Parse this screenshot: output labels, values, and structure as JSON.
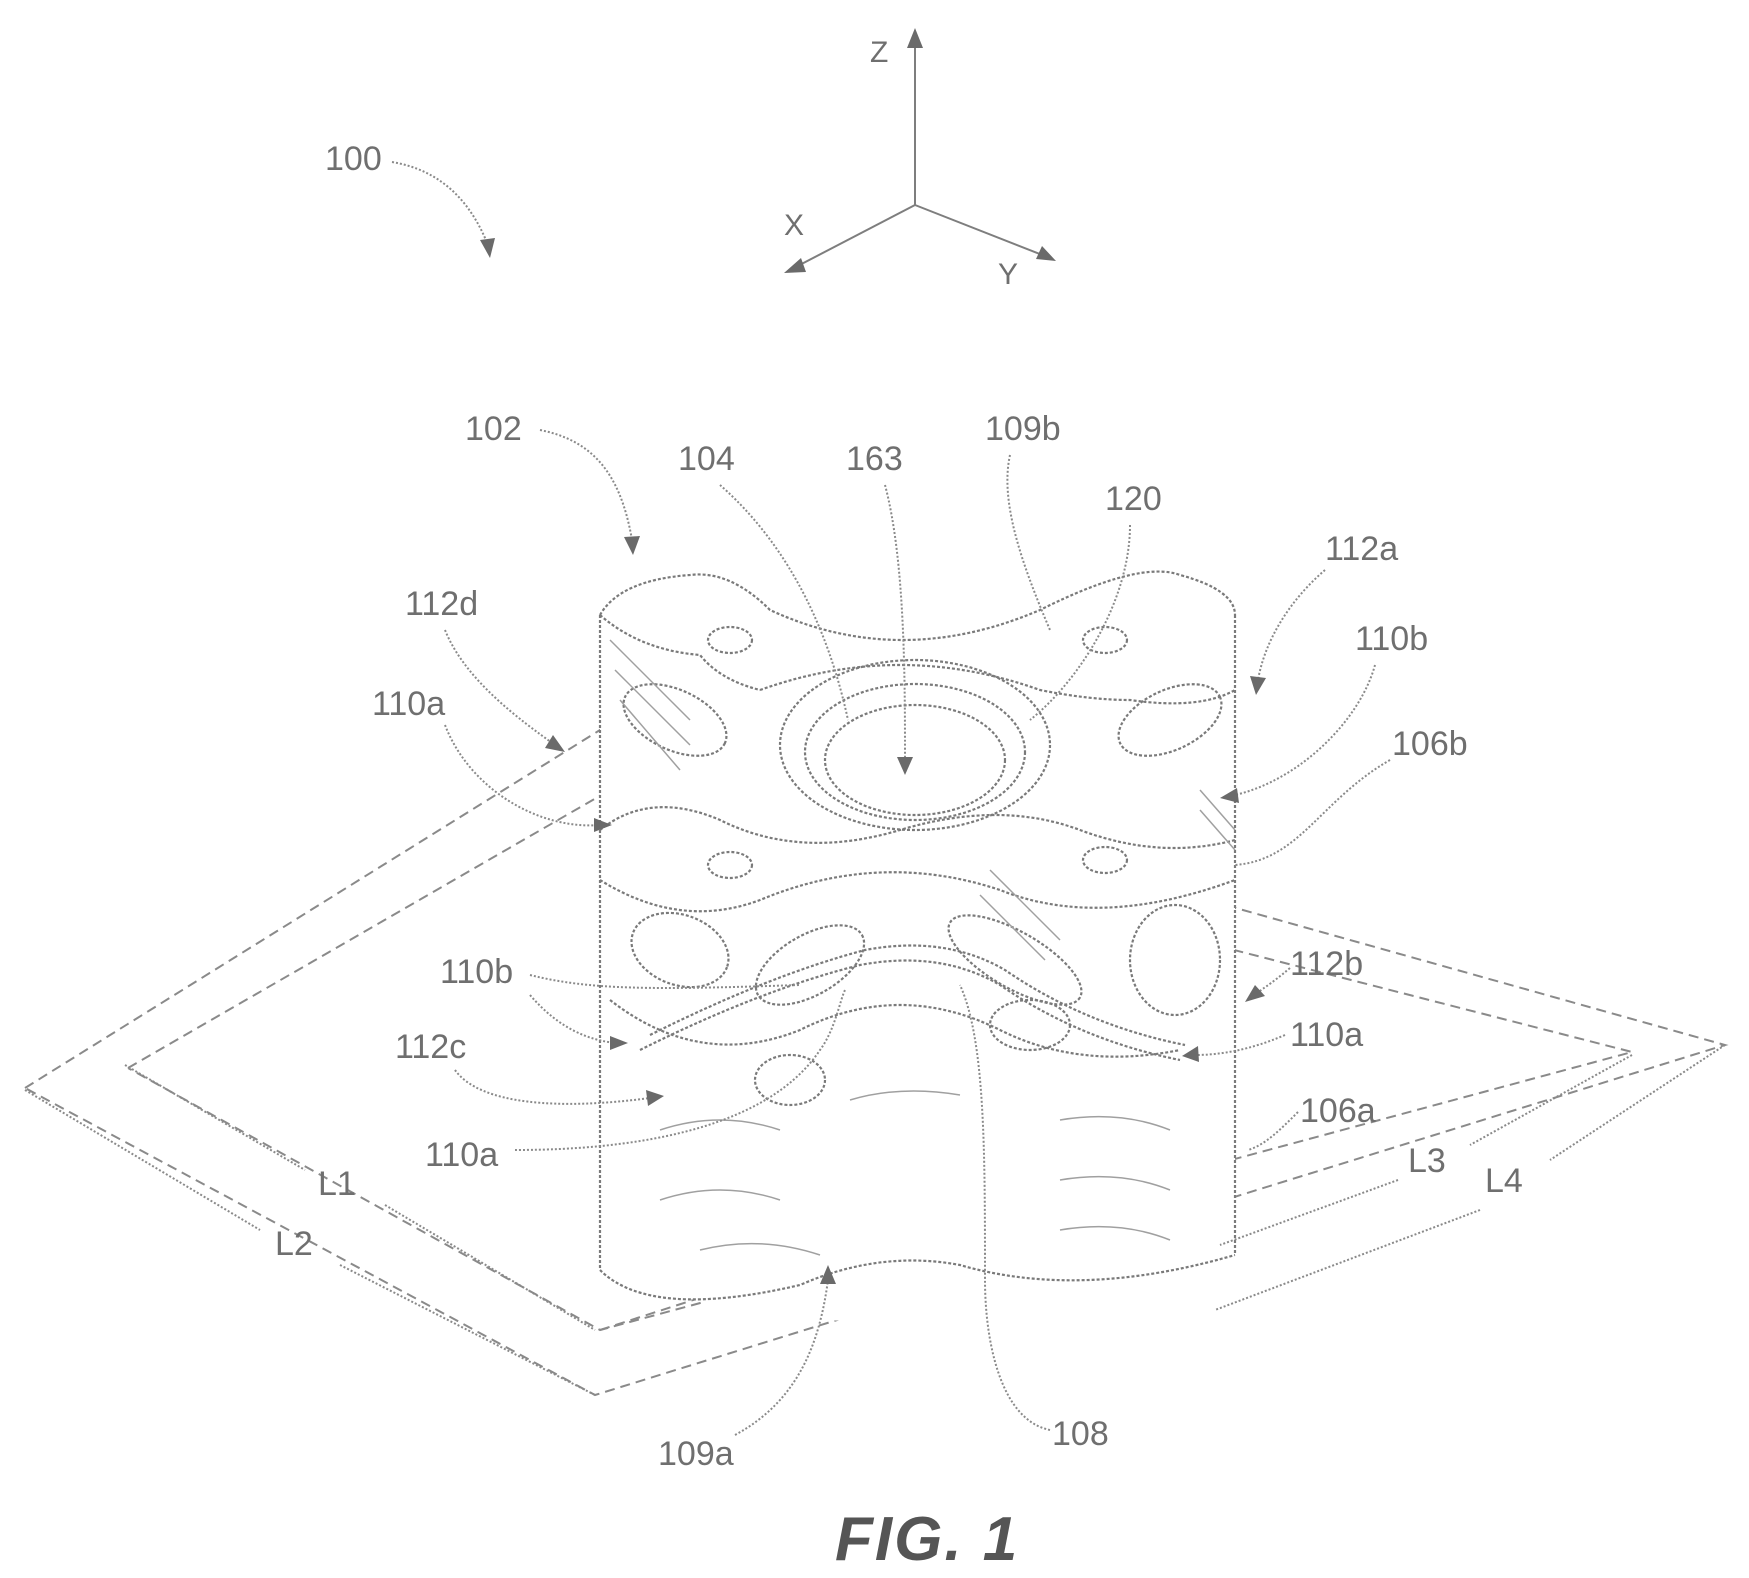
{
  "figure": {
    "caption": "FIG. 1",
    "axes": {
      "z": "Z",
      "x": "X",
      "y": "Y"
    },
    "labels": {
      "l100": "100",
      "l102": "102",
      "l104": "104",
      "l163": "163",
      "l109b": "109b",
      "l120": "120",
      "l112a": "112a",
      "l112d": "112d",
      "l110b_top": "110b",
      "l110a_left": "110a",
      "l106b": "106b",
      "l110b_left": "110b",
      "l112b": "112b",
      "l110a_right": "110a",
      "l112c": "112c",
      "l106a": "106a",
      "l110a_low": "110a",
      "l1": "L1",
      "l2": "L2",
      "l3": "L3",
      "l4": "L4",
      "l109a": "109a",
      "l108": "108"
    }
  }
}
